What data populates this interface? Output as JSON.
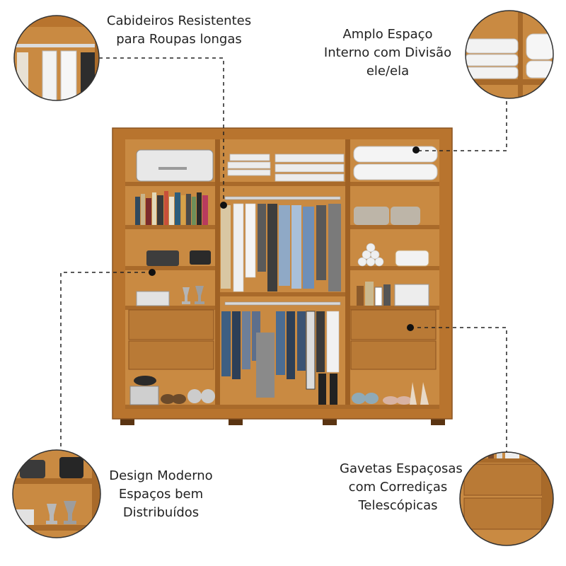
{
  "callouts": {
    "top_left": [
      "Cabideiros Resistentes",
      "para Roupas longas"
    ],
    "top_right": [
      "Amplo Espaço",
      "Interno com Divisão",
      "ele/ela"
    ],
    "bottom_left": [
      "Design Moderno",
      "Espaços bem",
      "Distribuídos"
    ],
    "bottom_right": [
      "Gavetas Espaçosas",
      "com Corrediças",
      "Telescópicas"
    ]
  },
  "colors": {
    "wood": "#b8742e",
    "wood_dark": "#8a5320",
    "wood_light": "#cf8f45",
    "background": "#ffffff"
  }
}
